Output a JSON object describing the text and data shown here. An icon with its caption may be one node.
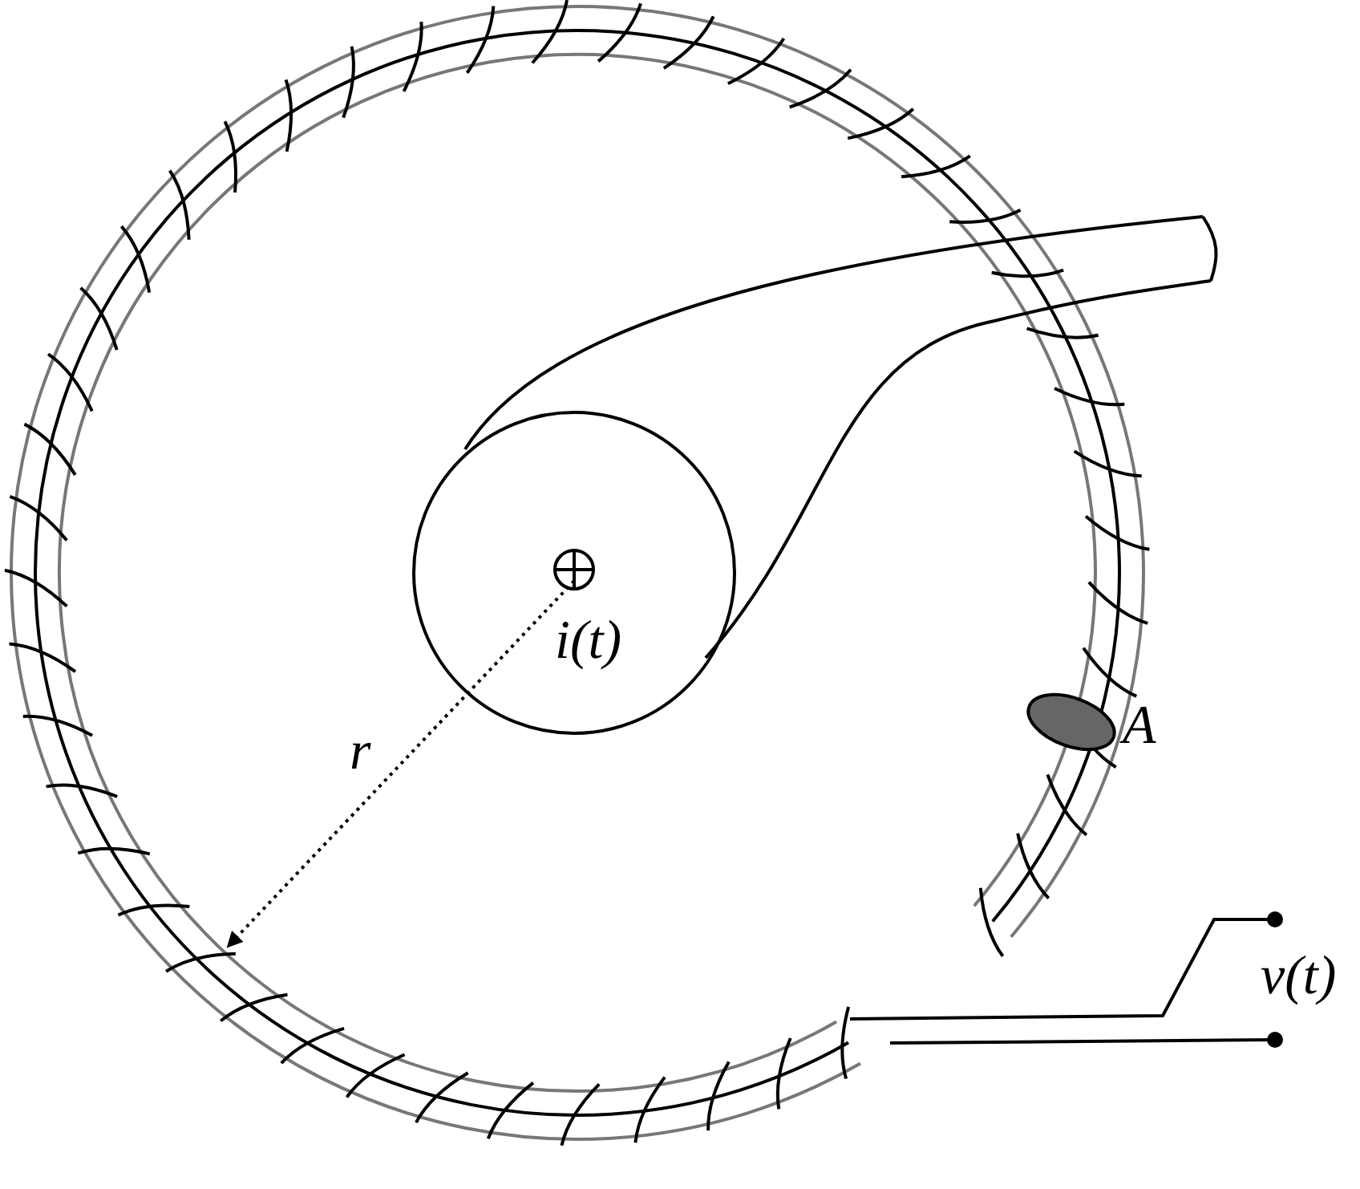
{
  "diagram": {
    "labels": [
      "i(t)",
      "r",
      "A",
      "v(t)"
    ]
  }
}
